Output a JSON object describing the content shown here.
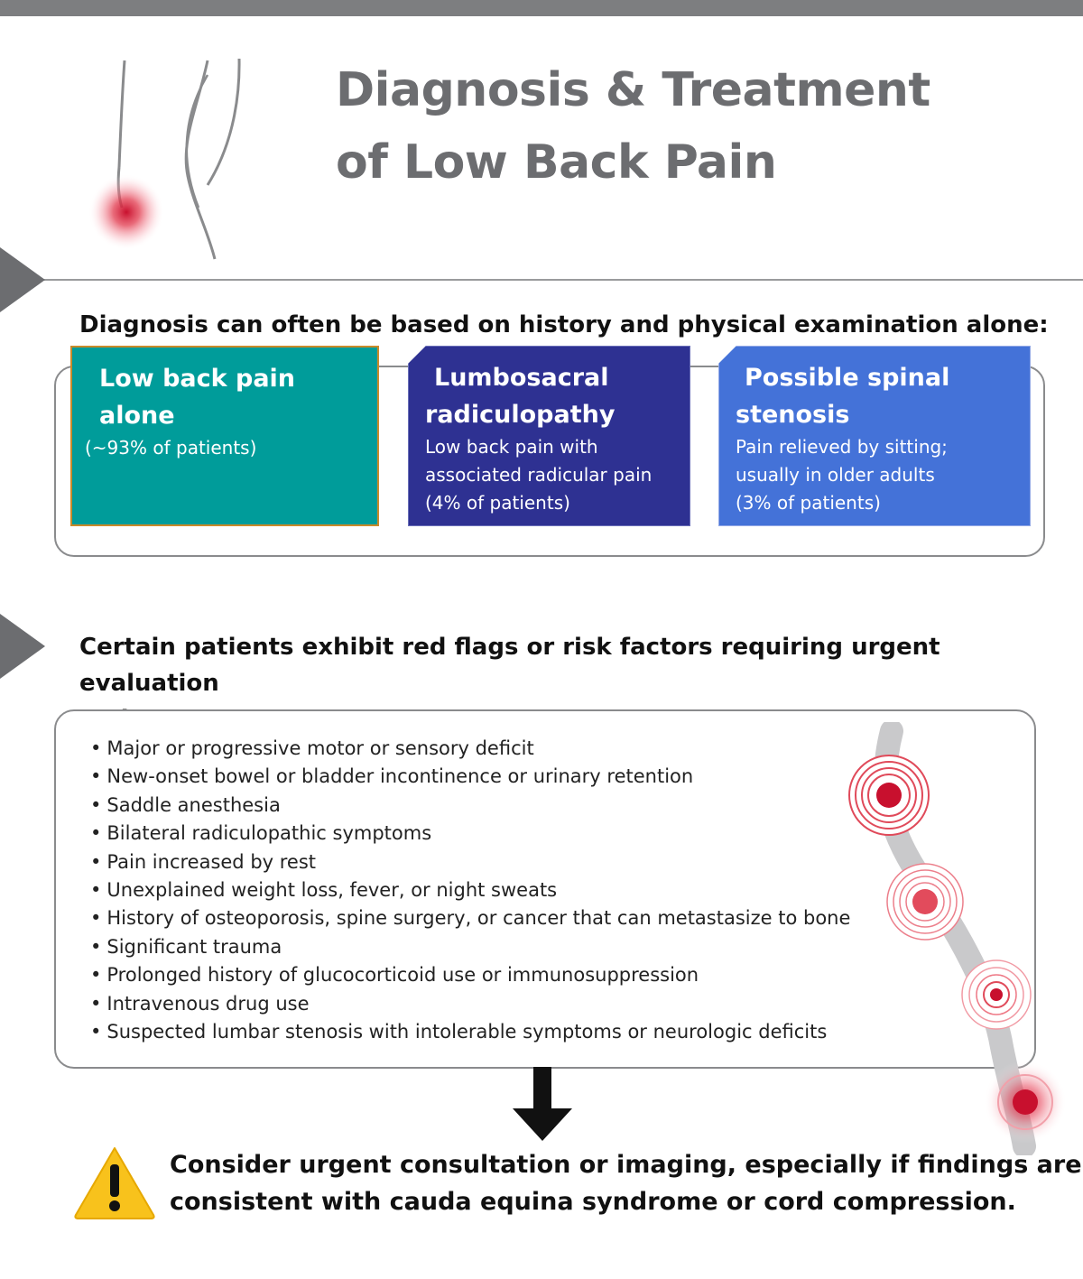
{
  "header": {
    "title_line1": "Diagnosis & Treatment",
    "title_line2": "of Low Back Pain"
  },
  "diagnosis": {
    "heading": "Diagnosis can often be based on history and physical examination alone:",
    "categories": [
      {
        "title": "Low back pain alone",
        "subtitle": "(~93% of patients)",
        "color": "#009c9a"
      },
      {
        "title_line1": "Lumbosacral",
        "title_line2": "radiculopathy",
        "desc_line1": "Low back pain with",
        "desc_line2": "associated radicular pain",
        "desc_line3": "(4% of patients)",
        "color": "#2e3192"
      },
      {
        "title_line1": "Possible spinal",
        "title_line2": "stenosis",
        "desc_line1": "Pain relieved by sitting;",
        "desc_line2": "usually in older adults",
        "desc_line3": "(3% of patients)",
        "color": "#4472d8"
      }
    ]
  },
  "red_flags": {
    "heading_line1": "Certain patients exhibit red flags or risk factors requiring urgent evaluation",
    "heading_line2": "and management:",
    "items": [
      "Major or progressive motor or sensory deficit",
      "New-onset bowel or bladder incontinence or urinary retention",
      "Saddle anesthesia",
      "Bilateral radiculopathic symptoms",
      "Pain increased by rest",
      "Unexplained weight loss, fever, or night sweats",
      "History of osteoporosis, spine surgery, or cancer that can metastasize to bone",
      "Significant trauma",
      "Prolonged history of glucocorticoid use or immunosuppression",
      "Intravenous drug use",
      "Suspected lumbar stenosis with intolerable symptoms or neurologic deficits"
    ]
  },
  "conclusion": {
    "line1": "Consider urgent consultation or imaging, especially if findings are",
    "line2": "consistent with cauda equina syndrome or cord compression.",
    "icon": "warning-icon"
  }
}
